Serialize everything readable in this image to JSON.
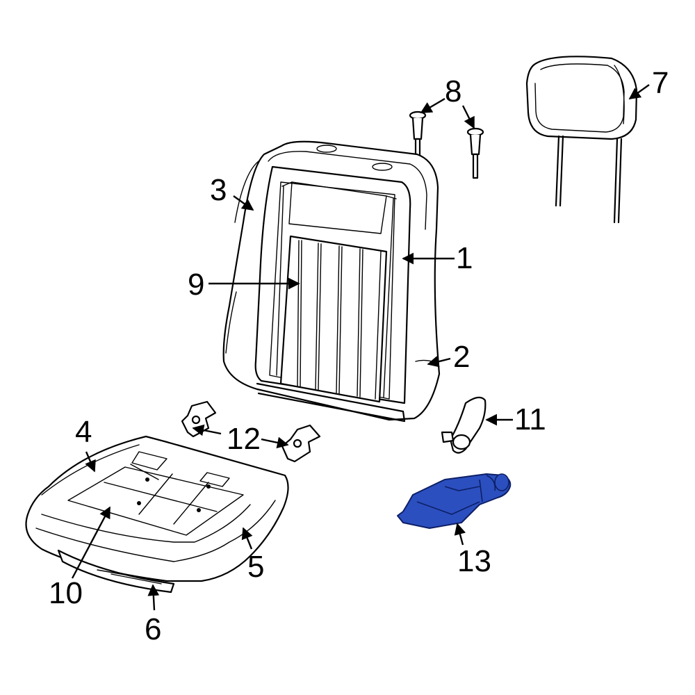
{
  "colors": {
    "line": "#000000",
    "background": "#ffffff",
    "highlight_part": "#2b4fbf",
    "highlight_outline": "#0d1f66"
  },
  "callouts": [
    {
      "id": "1",
      "label": "1"
    },
    {
      "id": "2",
      "label": "2"
    },
    {
      "id": "3",
      "label": "3"
    },
    {
      "id": "4",
      "label": "4"
    },
    {
      "id": "5",
      "label": "5"
    },
    {
      "id": "6",
      "label": "6"
    },
    {
      "id": "7",
      "label": "7"
    },
    {
      "id": "8",
      "label": "8"
    },
    {
      "id": "9",
      "label": "9"
    },
    {
      "id": "10",
      "label": "10"
    },
    {
      "id": "11",
      "label": "11"
    },
    {
      "id": "12",
      "label": "12"
    },
    {
      "id": "13",
      "label": "13"
    }
  ],
  "highlighted_part": "13"
}
